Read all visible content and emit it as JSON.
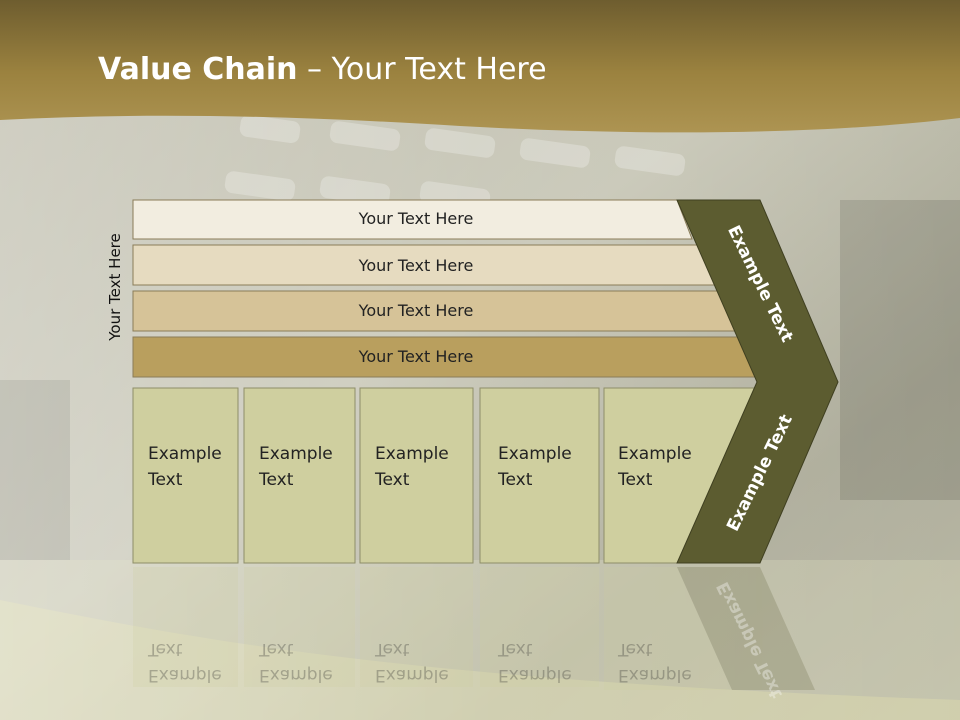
{
  "slide": {
    "title_bold": "Value Chain",
    "title_sep": " – ",
    "title_rest": "Your Text Here",
    "side_label": "Your Text Here"
  },
  "bars": [
    {
      "label": "Your Text Here",
      "color": "#f2ede0"
    },
    {
      "label": "Your Text Here",
      "color": "#e6dbc0"
    },
    {
      "label": "Your Text Here",
      "color": "#d6c398"
    },
    {
      "label": "Your Text Here",
      "color": "#b99f5e"
    }
  ],
  "boxes": [
    {
      "line1": "Example",
      "line2": "Text"
    },
    {
      "line1": "Example",
      "line2": "Text"
    },
    {
      "line1": "Example",
      "line2": "Text"
    },
    {
      "line1": "Example",
      "line2": "Text"
    },
    {
      "line1": "Example",
      "line2": "Text"
    }
  ],
  "chevron": {
    "upper_label": "Example Text",
    "lower_label": "Example Text",
    "color": "#5c5c30"
  },
  "colors": {
    "header_gold": "#a98f4e",
    "box_fill": "#cfcf9f",
    "box_border": "#8e8e68",
    "bar_border": "#8a7c58"
  }
}
